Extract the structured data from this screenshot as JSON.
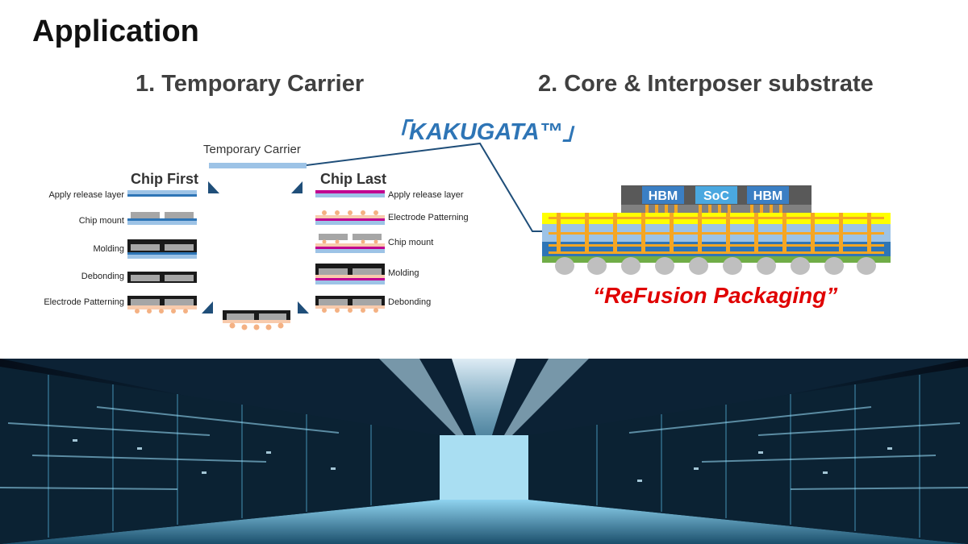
{
  "page_title": "Application",
  "section1": {
    "title": "1. Temporary Carrier",
    "carrier_label": "Temporary Carrier",
    "chip_first": {
      "heading": "Chip First",
      "steps": [
        "Apply release layer",
        "Chip mount",
        "Molding",
        "Debonding",
        "Electrode Patterning"
      ]
    },
    "chip_last": {
      "heading": "Chip Last",
      "steps": [
        "Apply release layer",
        "Electrode Patterning",
        "Chip mount",
        "Molding",
        "Debonding"
      ]
    }
  },
  "section2": {
    "title": "2. Core & Interposer substrate",
    "callout": "「KAKUGATA™」",
    "chips": [
      "HBM",
      "SoC",
      "HBM"
    ],
    "caption": "“ReFusion Packaging”"
  },
  "colors": {
    "title": "#111111",
    "section_title": "#404040",
    "callout": "#2e75b6",
    "caption": "#e00000",
    "carrier": "#9dc3e6",
    "release_layer_first": "#2e75b6",
    "release_layer_last": "#c00090",
    "chip": "#a6a6a6",
    "mold": "#1a1a1a",
    "bump": "#f4b183",
    "substrate_yellow": "#ffff00",
    "substrate_blue": "#9dc3e6",
    "substrate_teal": "#2e75b6",
    "trace": "#f5a623",
    "solder_ball": "#bfbfbf"
  },
  "banner": {
    "description_icon": "data-center-photo"
  }
}
